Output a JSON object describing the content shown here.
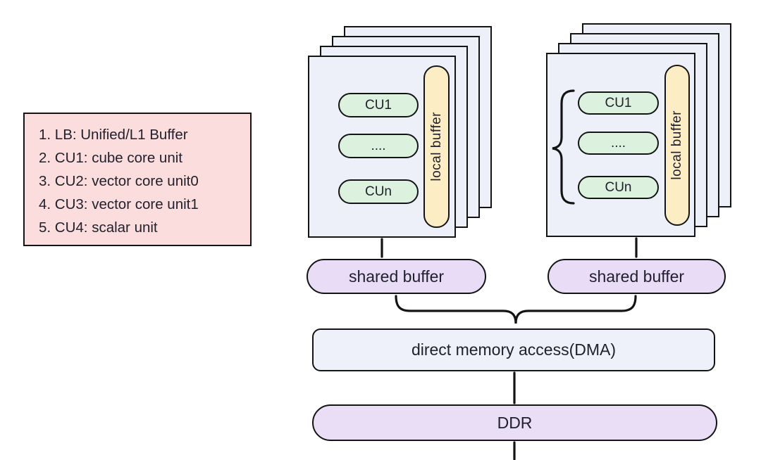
{
  "colors": {
    "stroke": "#141414",
    "text": "#21212e",
    "legend-bg": "#fcdddd",
    "card-bg": "#edf0f9",
    "cu-bg": "#dcf2df",
    "local-buffer-bg": "#fcedc4",
    "shared-buffer-bg": "#e9dcf6",
    "dma-bg": "#eef1f9",
    "ddr-bg": "#eadef7",
    "page-bg": "#ffffff"
  },
  "legend": {
    "items": [
      "1. LB: Unified/L1 Buffer",
      "2. CU1: cube core unit",
      "3. CU2: vector core unit0",
      "4. CU3: vector core unit1",
      "5. CU4: scalar unit"
    ]
  },
  "clusters": [
    {
      "cu_units": [
        "CU1",
        "....",
        "CUn"
      ],
      "local_buffer": "local buffer",
      "shared_buffer": "shared buffer"
    },
    {
      "cu_units": [
        "CU1",
        "....",
        "CUn"
      ],
      "local_buffer": "local buffer",
      "shared_buffer": "shared buffer"
    }
  ],
  "dma_label": "direct memory access(DMA)",
  "ddr_label": "DDR"
}
